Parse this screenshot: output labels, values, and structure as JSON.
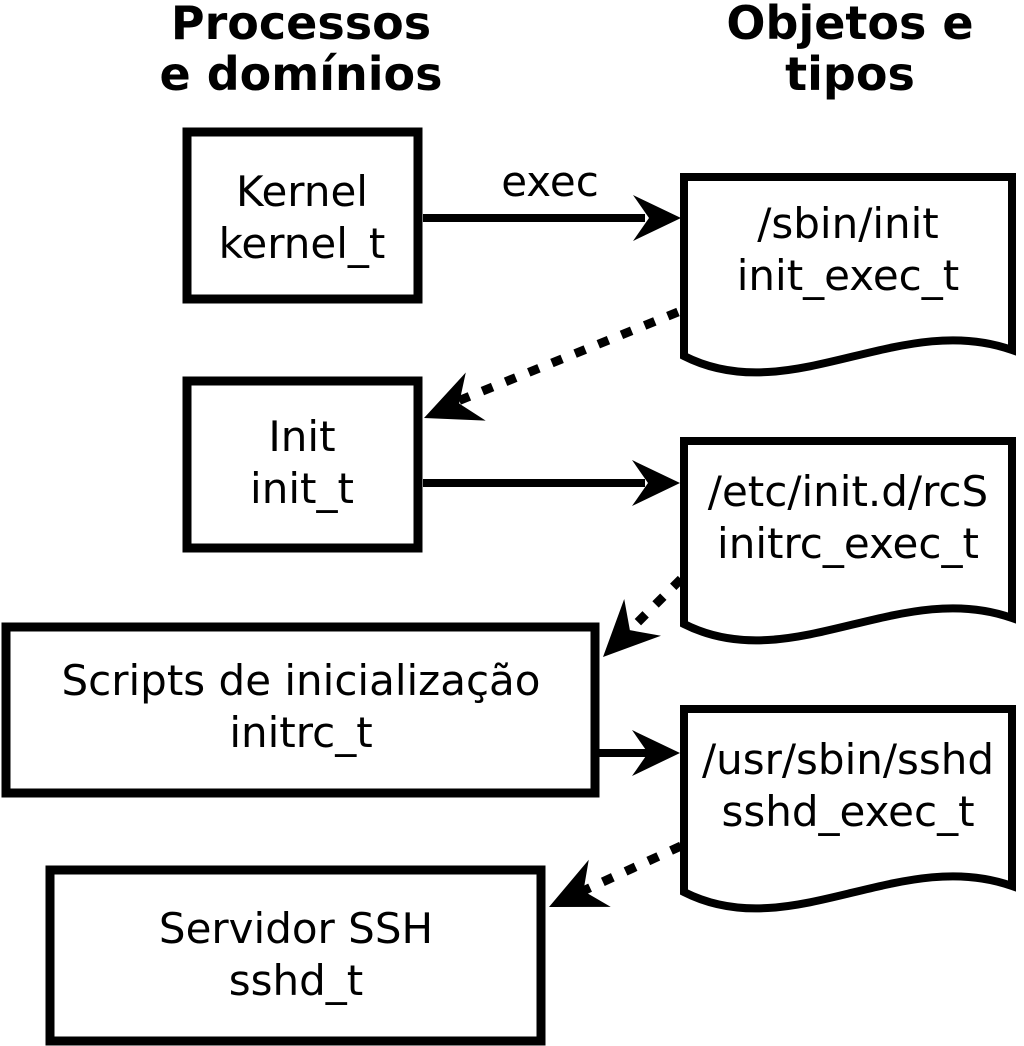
{
  "diagram": {
    "headers": {
      "left": {
        "line1": "Processos",
        "line2": "e domínios"
      },
      "right": {
        "line1": "Objetos e",
        "line2": "tipos"
      }
    },
    "processes": [
      {
        "name": "Kernel",
        "domain": "kernel_t"
      },
      {
        "name": "Init",
        "domain": "init_t"
      },
      {
        "name": "Scripts de inicialização",
        "domain": "initrc_t"
      },
      {
        "name": "Servidor SSH",
        "domain": "sshd_t"
      }
    ],
    "objects": [
      {
        "path": "/sbin/init",
        "type": "init_exec_t"
      },
      {
        "path": "/etc/init.d/rcS",
        "type": "initrc_exec_t"
      },
      {
        "path": "/usr/sbin/sshd",
        "type": "sshd_exec_t"
      }
    ],
    "edges": {
      "exec_label": "exec"
    },
    "colors": {
      "ink": "#000000",
      "background": "#ffffff"
    }
  }
}
